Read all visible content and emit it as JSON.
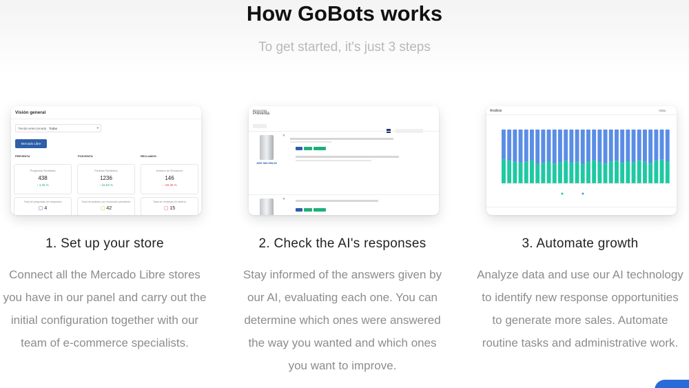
{
  "header": {
    "title": "How GoBots works",
    "subtitle": "To get started, it's just 3 steps"
  },
  "steps": [
    {
      "title": "1. Set up your store",
      "description": "Connect all the Mercado Libre stores you have in our panel and carry out the initial configuration together with our team of e-commerce specialists."
    },
    {
      "title": "2. Check the AI's responses",
      "description": "Stay informed of the answers given by our AI, evaluating each one. You can determine which ones were answered the way you wanted and which ones you want to improve."
    },
    {
      "title": "3. Automate growth",
      "description": "Analyze data and use our AI technology to identify new response opportunities to generate more sales. Automate routine tasks and administrative work."
    }
  ],
  "card1": {
    "heading": "Visión general",
    "filter_label": "Tienda seleccionada",
    "filter_value": "Todas",
    "store_button": "Mercado Libre",
    "col_preventa": "PREVENTA",
    "col_posventa": "POSVENTA",
    "col_reclamos": "RECLAMOS",
    "stats": [
      {
        "label": "Preguntas Recibidas",
        "value": "438",
        "delta": "4,36 %"
      },
      {
        "label": "Pedidos Recibidos",
        "value": "1236",
        "delta": "16,83 %"
      },
      {
        "label": "Número de Reclamos",
        "value": "146",
        "delta": "-60,38 %"
      }
    ],
    "substats": [
      {
        "label": "Total de preguntas sin respuesta",
        "value": "4"
      },
      {
        "label": "Total de pedidos con resolución pendiente",
        "value": "42"
      },
      {
        "label": "Total de reclamos en abierto",
        "value": "15"
      }
    ]
  },
  "card2": {
    "breadcrumb": "Preguntas",
    "heading": "Preventa",
    "product_price": "ARS 566.599,00"
  },
  "card3": {
    "heading": "Análisis",
    "view_label": "Vista"
  },
  "colors": {
    "bar_bottom": "#1fc9a2",
    "bar_top": "#5a8de6",
    "up": "#20b26b",
    "down": "#e24a4a",
    "brand_blue": "#2d5ea8"
  },
  "icons": [
    "trend-up-icon",
    "trend-down-icon",
    "chat-icon",
    "close-icon",
    "chevron-down-icon"
  ]
}
